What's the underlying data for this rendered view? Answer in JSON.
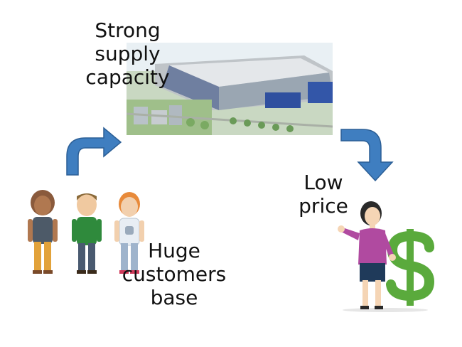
{
  "labels": {
    "supply": "Strong\nsupply\ncapacity",
    "price": "Low\nprice",
    "customers": "Huge\ncustomers\nbase"
  },
  "icons": {
    "factory": "factory-aerial-image",
    "customers": "three-men-illustration",
    "seller": "smiling-woman-illustration",
    "money": "dollar-sign-icon",
    "arrow_to_supply": "curved-arrow-up-right-icon",
    "arrow_to_price": "curved-arrow-right-down-icon"
  },
  "colors": {
    "arrow": "#3f7ec0",
    "dollar": "#5aaa3c"
  }
}
